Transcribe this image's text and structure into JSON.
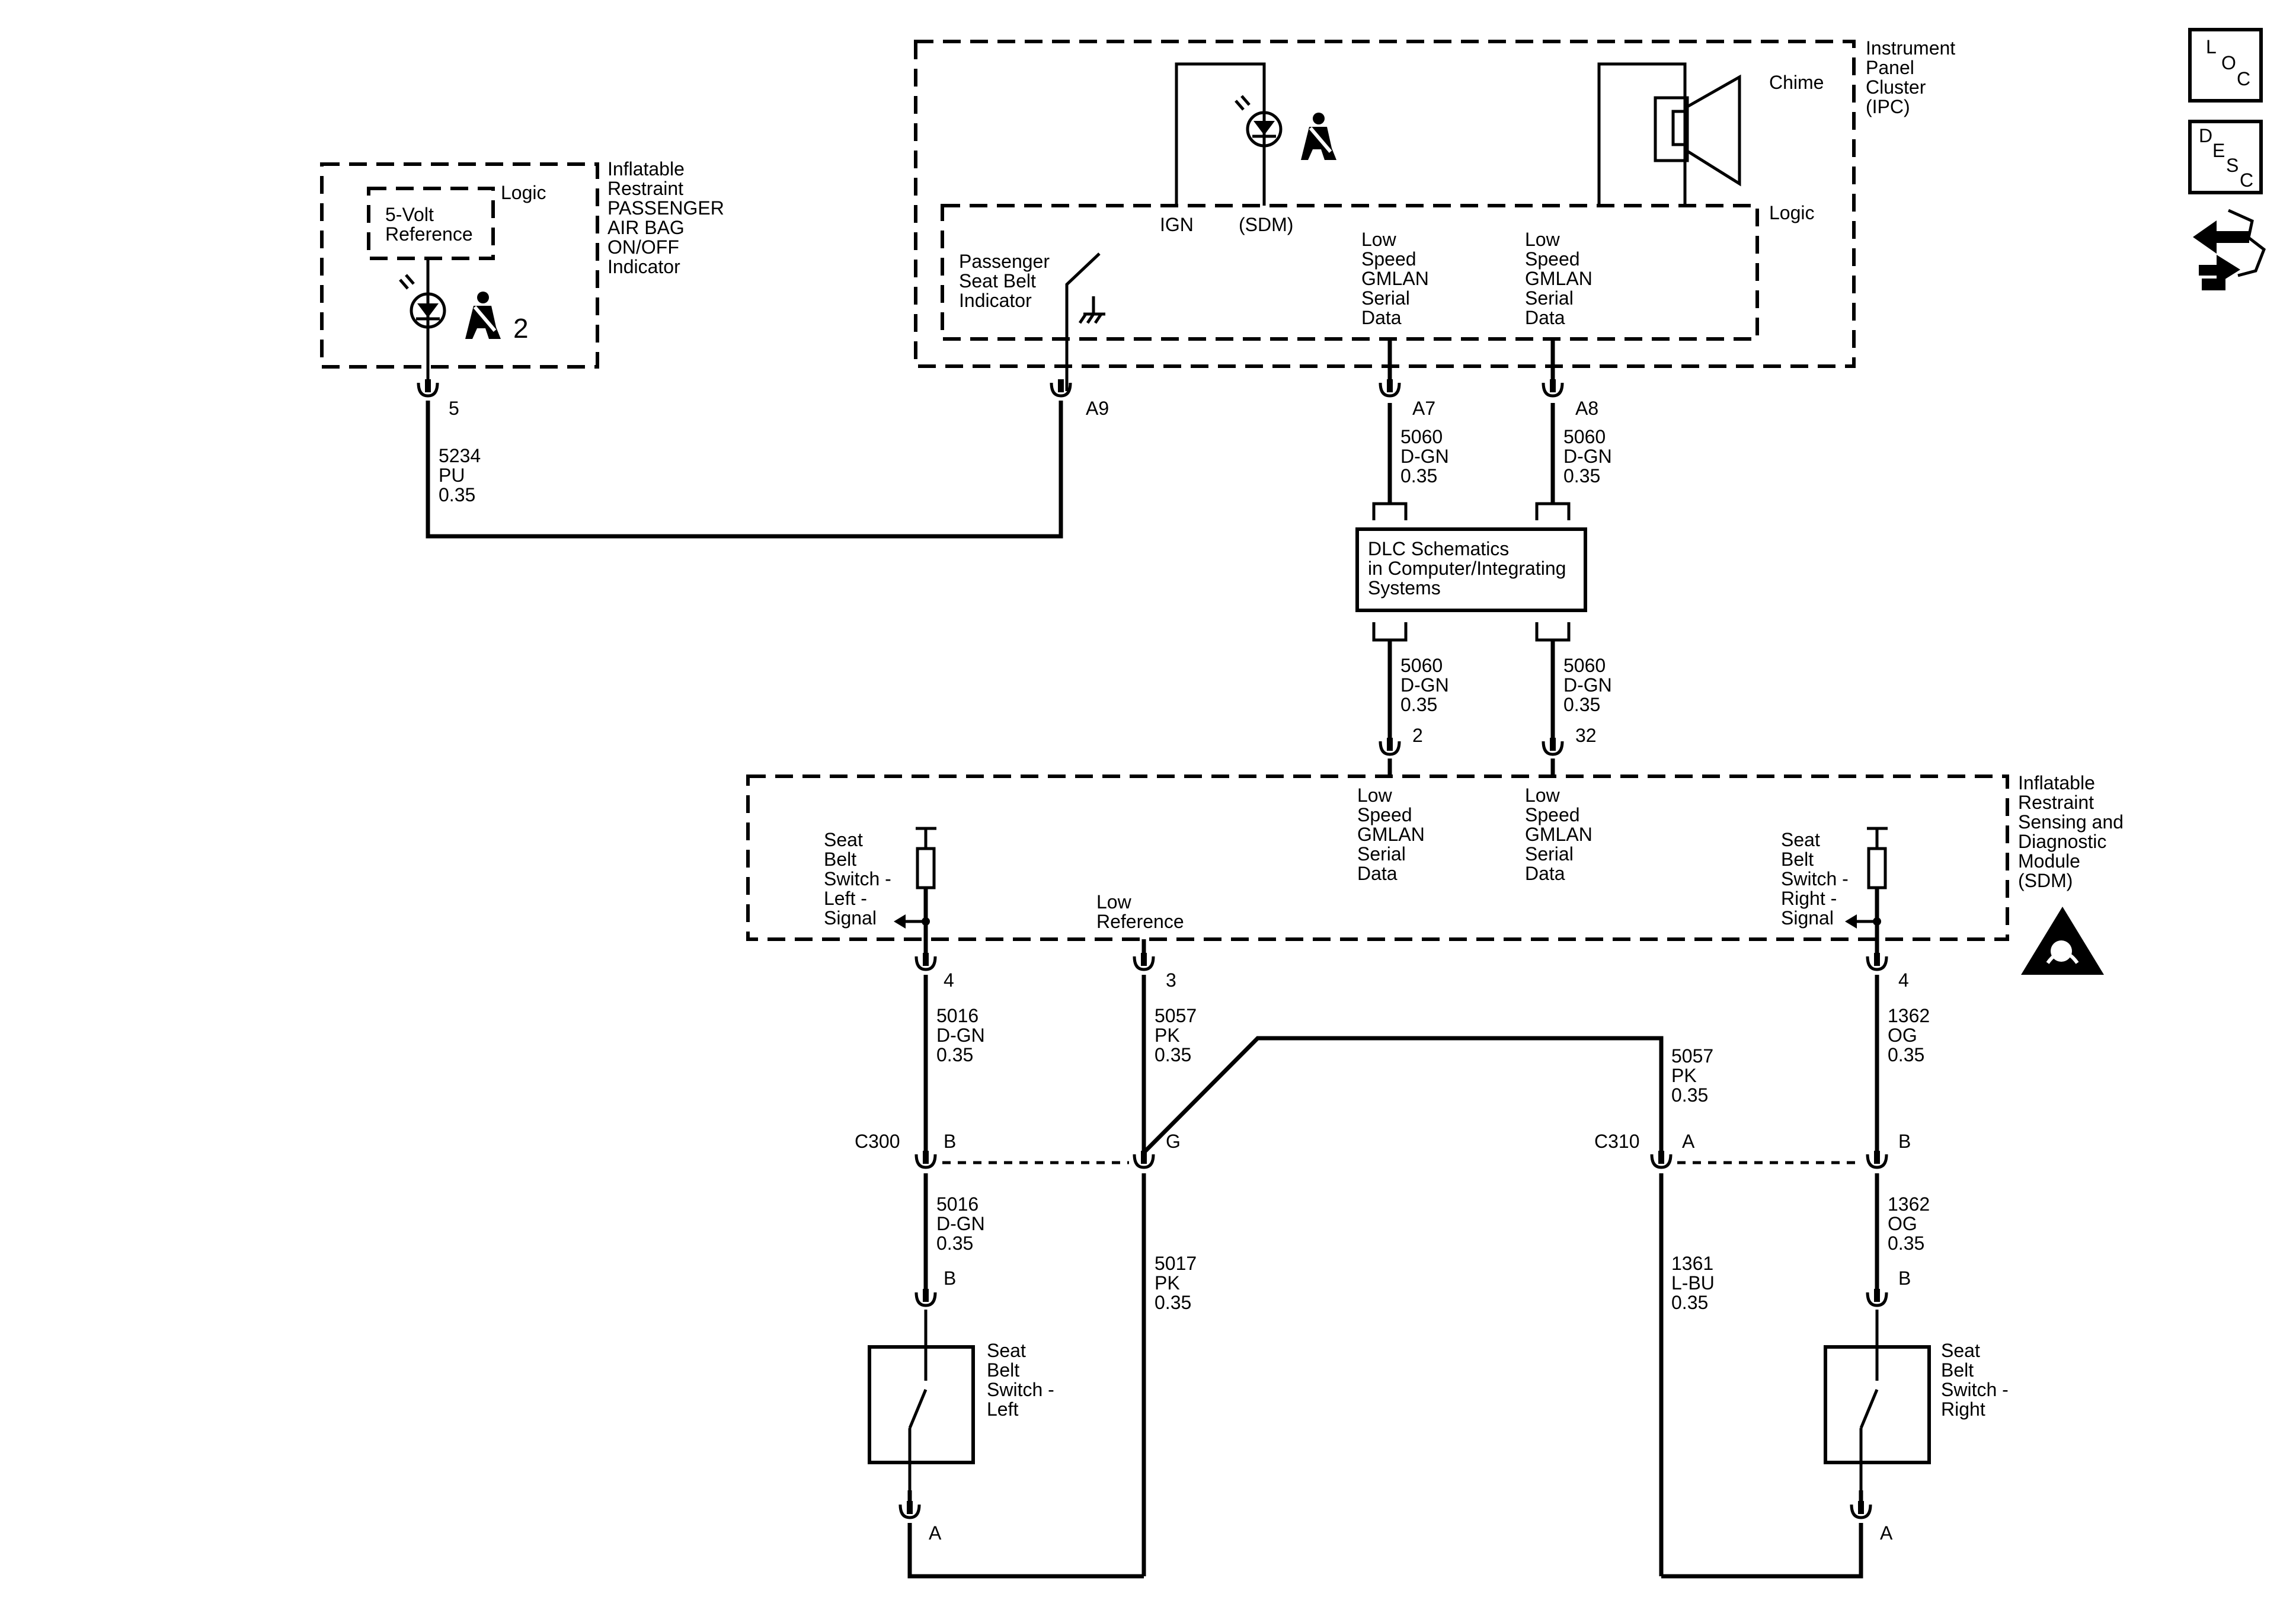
{
  "ipc": {
    "title": [
      "Instrument",
      "Panel",
      "Cluster",
      "(IPC)"
    ],
    "chime": "Chime",
    "logic": "Logic",
    "ign": "IGN",
    "sdm": "(SDM)",
    "passenger_indicator": [
      "Passenger",
      "Seat Belt",
      "Indicator"
    ],
    "gmlan_a7": [
      "Low",
      "Speed",
      "GMLAN",
      "Serial",
      "Data"
    ],
    "gmlan_a8": [
      "Low",
      "Speed",
      "GMLAN",
      "Serial",
      "Data"
    ]
  },
  "passenger_airbag": {
    "title": [
      "Inflatable",
      "Restraint",
      "PASSENGER",
      "AIR BAG",
      "ON/OFF",
      "Indicator"
    ],
    "logic": "Logic",
    "ref_label": [
      "5-Volt",
      "Reference"
    ],
    "superscript": "2"
  },
  "connectors": {
    "pin5": "5",
    "a9": "A9",
    "a7": "A7",
    "a8": "A8",
    "pin2": "2",
    "pin32": "32",
    "sdm_left": "4",
    "sdm_mid": "3",
    "sdm_right": "4",
    "c300": "C300",
    "c300_b": "B",
    "c300_g": "G",
    "c310": "C310",
    "c310_a": "A",
    "c310_b": "B",
    "sw_left_b": "B",
    "sw_left_a": "A",
    "sw_right_b": "B",
    "sw_right_a": "A"
  },
  "wires": {
    "w5234": [
      "5234",
      "PU",
      "0.35"
    ],
    "w5060_a": [
      "5060",
      "D-GN",
      "0.35"
    ],
    "w5060_b": [
      "5060",
      "D-GN",
      "0.35"
    ],
    "w5060_c": [
      "5060",
      "D-GN",
      "0.35"
    ],
    "w5060_d": [
      "5060",
      "D-GN",
      "0.35"
    ],
    "w5016_top": [
      "5016",
      "D-GN",
      "0.35"
    ],
    "w5057_left": [
      "5057",
      "PK",
      "0.35"
    ],
    "w5057_right": [
      "5057",
      "PK",
      "0.35"
    ],
    "w1362_top": [
      "1362",
      "OG",
      "0.35"
    ],
    "w5016_bot": [
      "5016",
      "D-GN",
      "0.35"
    ],
    "w5017": [
      "5017",
      "PK",
      "0.35"
    ],
    "w1361": [
      "1361",
      "L-BU",
      "0.35"
    ],
    "w1362_bot": [
      "1362",
      "OG",
      "0.35"
    ]
  },
  "dlc": {
    "label": [
      "DLC Schematics",
      "in Computer/Integrating",
      "Systems"
    ]
  },
  "sdm": {
    "title": [
      "Inflatable",
      "Restraint",
      "Sensing and",
      "Diagnostic",
      "Module",
      "(SDM)"
    ],
    "gmlan_left": [
      "Low",
      "Speed",
      "GMLAN",
      "Serial",
      "Data"
    ],
    "gmlan_right": [
      "Low",
      "Speed",
      "GMLAN",
      "Serial",
      "Data"
    ],
    "sbs_left": [
      "Seat",
      "Belt",
      "Switch -",
      "Left -",
      "Signal"
    ],
    "sbs_right": [
      "Seat",
      "Belt",
      "Switch -",
      "Right -",
      "Signal"
    ],
    "low_ref": [
      "Low",
      "Reference"
    ]
  },
  "switches": {
    "left": [
      "Seat",
      "Belt",
      "Switch -",
      "Left"
    ],
    "right": [
      "Seat",
      "Belt",
      "Switch -",
      "Right"
    ]
  },
  "nav_icons": {
    "loc": [
      "L",
      "O",
      "C"
    ],
    "desc": [
      "D",
      "E",
      "S",
      "C"
    ]
  }
}
